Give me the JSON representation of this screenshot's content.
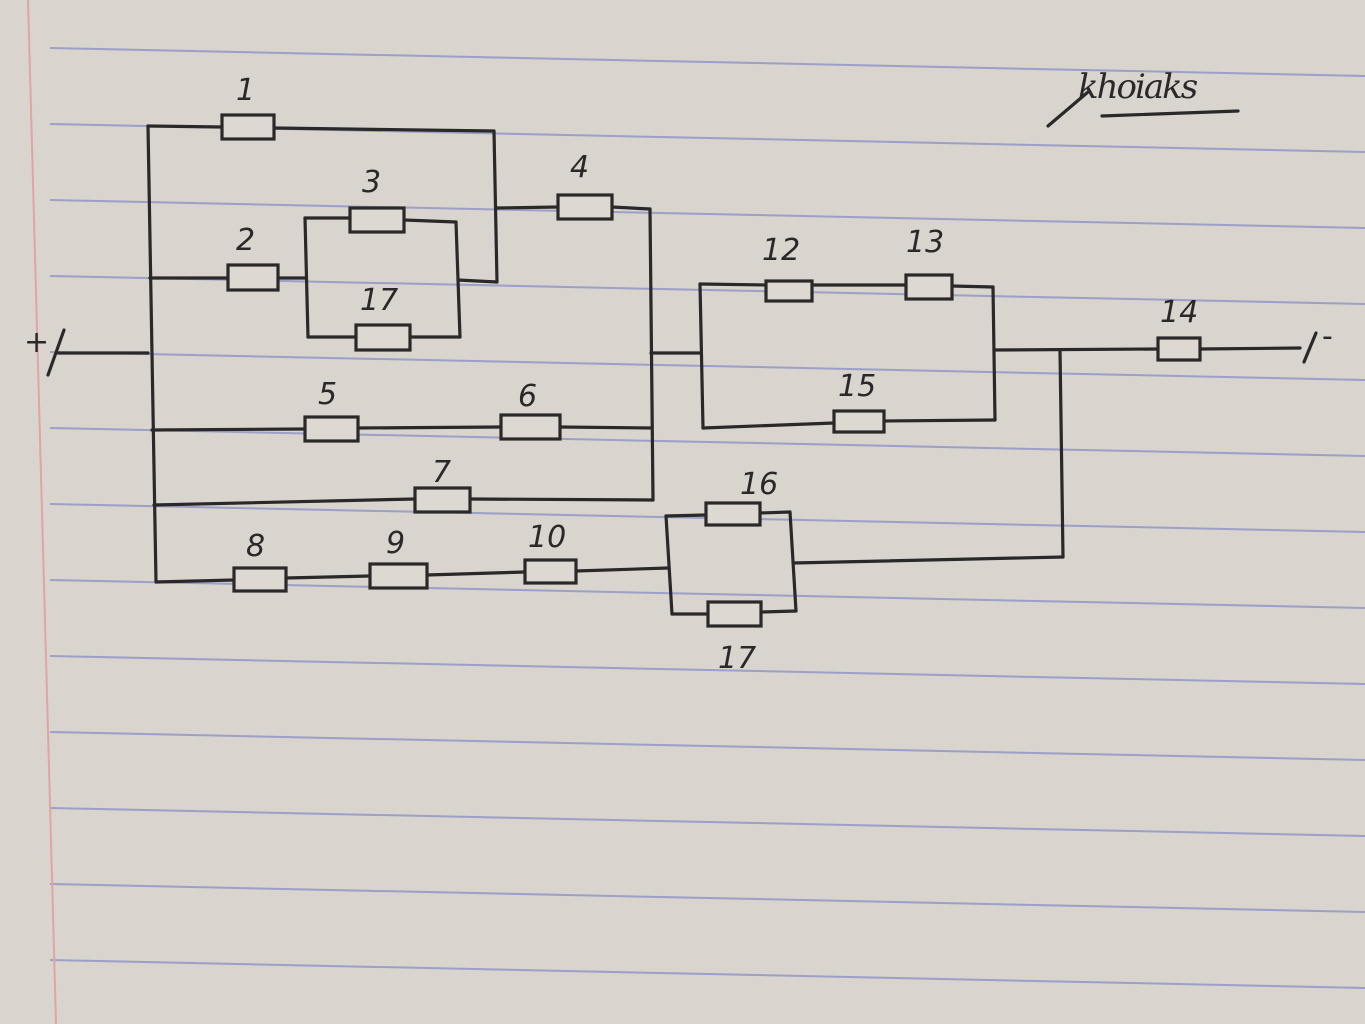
{
  "paper": {
    "background": "#d9d4cd",
    "ruled_line_color": "#9aa0c8",
    "margin_line_color": "#e0a4a4",
    "ink_color": "#2a2828"
  },
  "signature": {
    "text": "khoiaks"
  },
  "terminals": {
    "positive": "+",
    "negative": "-"
  },
  "resistors": [
    {
      "id": "r1",
      "label": "1"
    },
    {
      "id": "r2",
      "label": "2"
    },
    {
      "id": "r3",
      "label": "3"
    },
    {
      "id": "r4",
      "label": "4"
    },
    {
      "id": "r5",
      "label": "5"
    },
    {
      "id": "r6",
      "label": "6"
    },
    {
      "id": "r7",
      "label": "7"
    },
    {
      "id": "r8",
      "label": "8"
    },
    {
      "id": "r9",
      "label": "9"
    },
    {
      "id": "r10",
      "label": "10"
    },
    {
      "id": "r11",
      "label": "17"
    },
    {
      "id": "r12",
      "label": "12"
    },
    {
      "id": "r13",
      "label": "13"
    },
    {
      "id": "r14",
      "label": "14"
    },
    {
      "id": "r15",
      "label": "15"
    },
    {
      "id": "r16",
      "label": "16"
    },
    {
      "id": "r17",
      "label": "17"
    }
  ]
}
